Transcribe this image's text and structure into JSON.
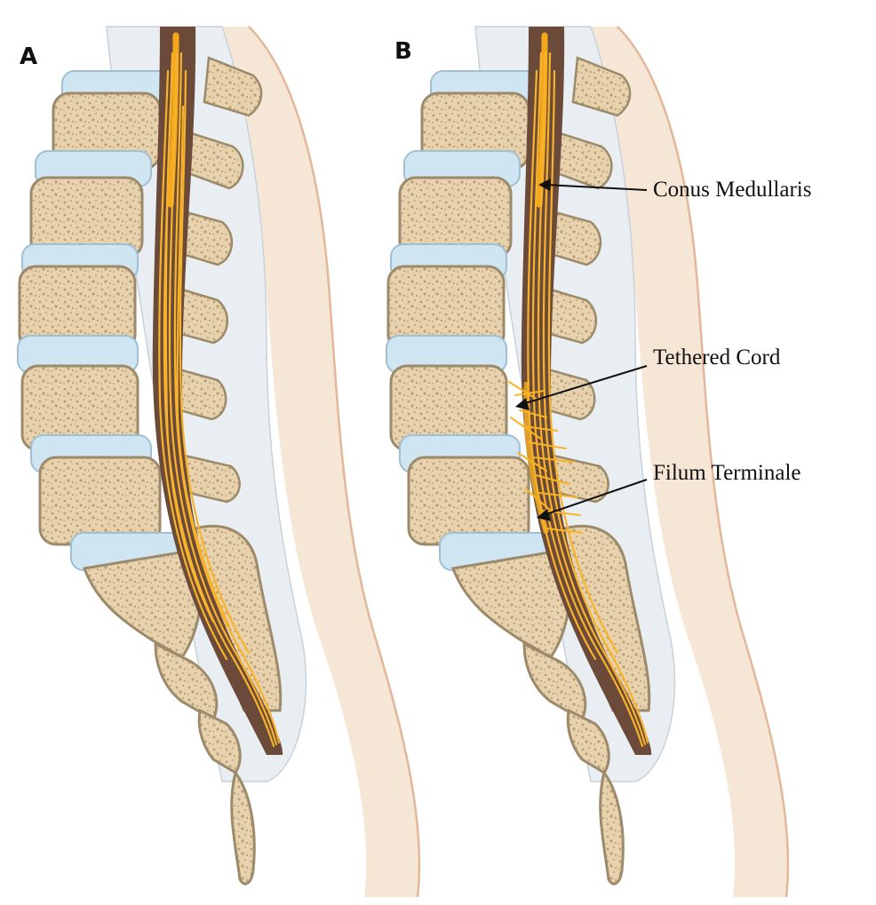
{
  "panels": [
    {
      "id": "A",
      "letter": "A"
    },
    {
      "id": "B",
      "letter": "B"
    }
  ],
  "callouts": {
    "conus": "Conus Medullaris",
    "tethered": "Tethered Cord",
    "filum": "Filum Terminale"
  },
  "colors": {
    "bone": "#e7d2ad",
    "bone_speckle": "#b79f7a",
    "disc": "#cfe6f2",
    "soft_tissue": "#e9eef2",
    "skin": "#f6e6d6",
    "canal": "#6b4a3a",
    "nerve": "#f7b32b"
  },
  "illustration": {
    "subject": "sagittal lumbar spine",
    "panel_B_variant": "tethered spinal cord"
  }
}
